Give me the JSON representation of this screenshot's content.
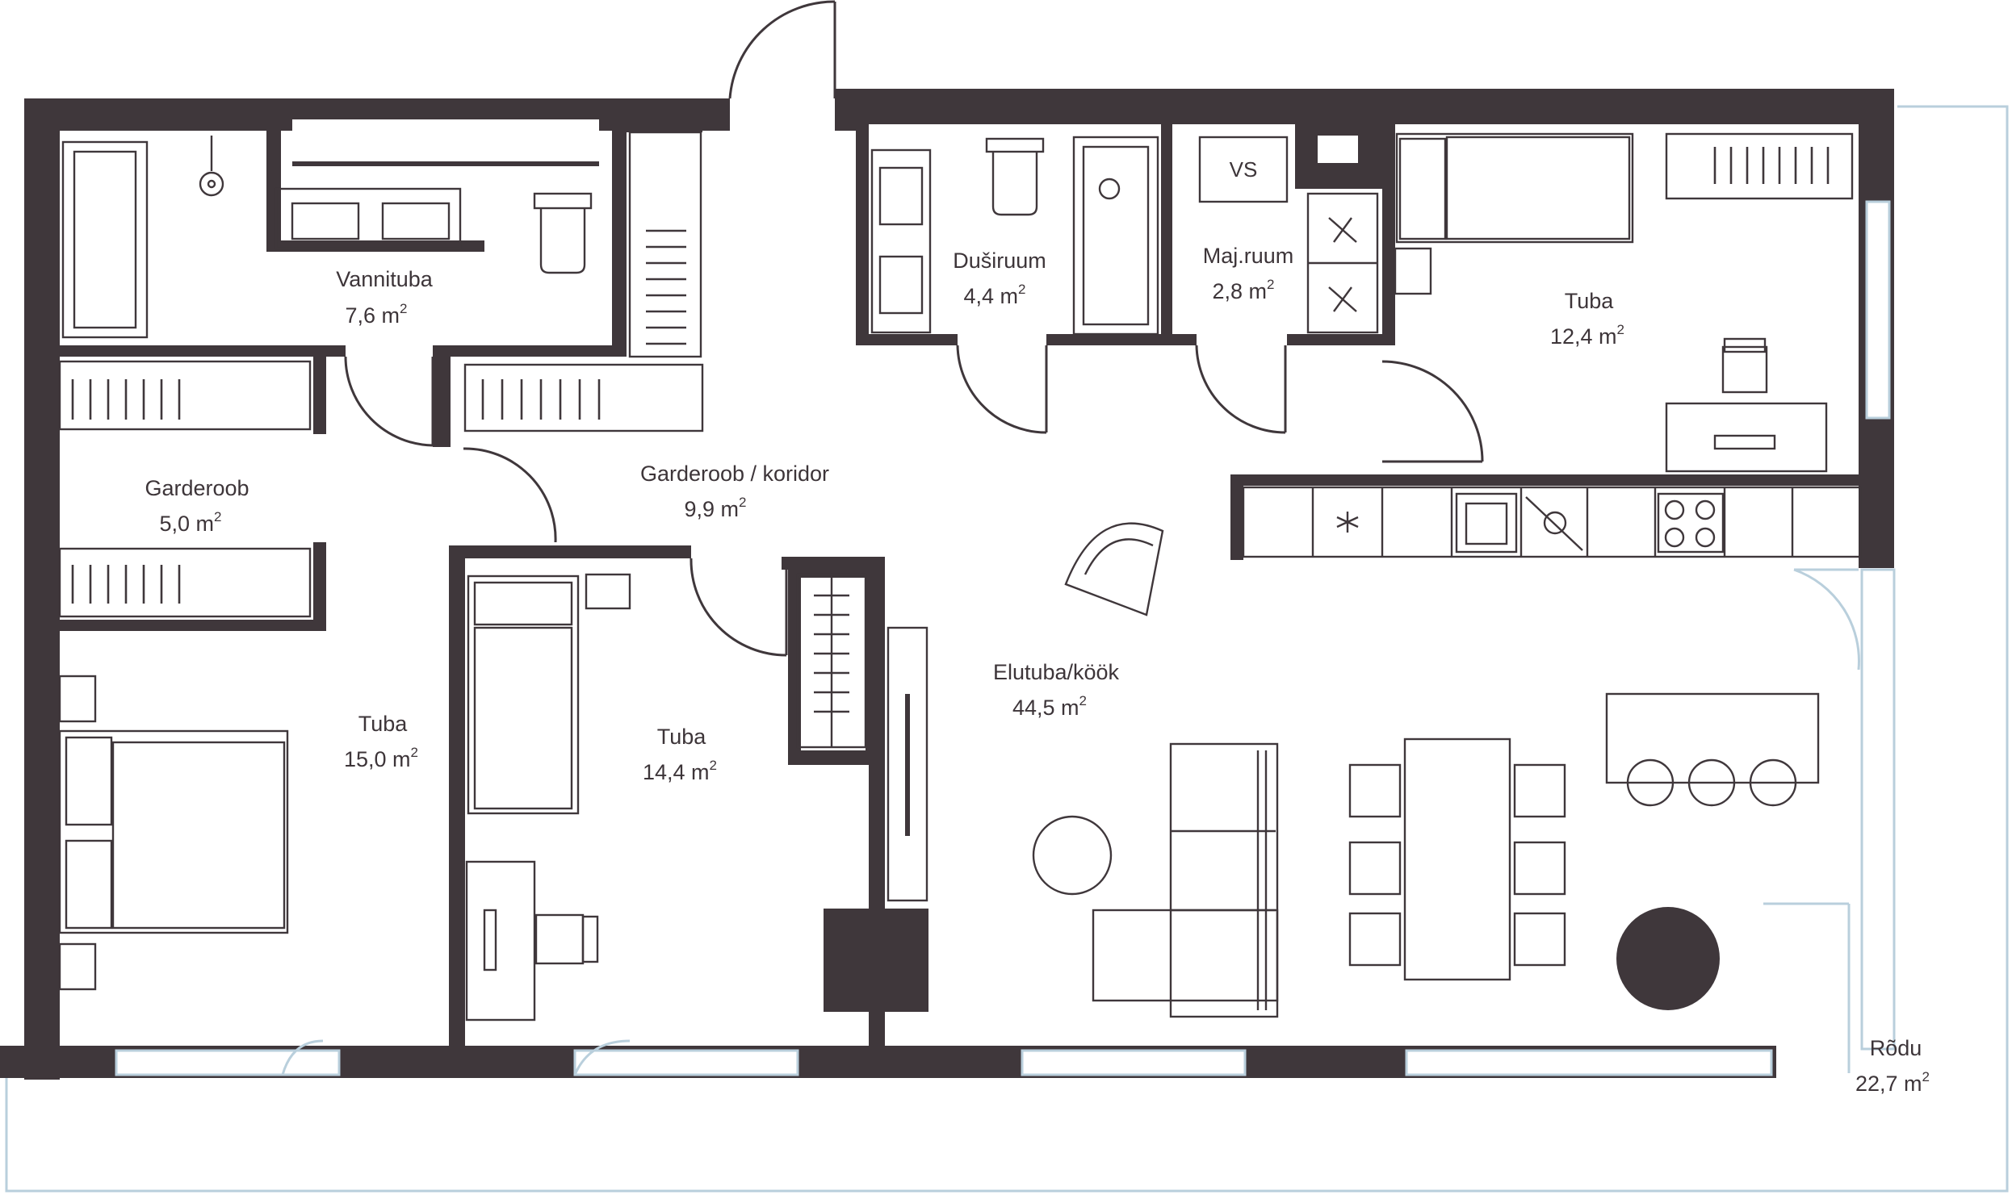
{
  "colors": {
    "wall": "#3f373b",
    "text": "#3d3539",
    "glass": "#b9cfdc",
    "background": "#ffffff"
  },
  "rooms": [
    {
      "id": "vannituba",
      "name": "Vannituba",
      "area": "7,6  m",
      "unit_sup": "2"
    },
    {
      "id": "garderoob",
      "name": "Garderoob",
      "area": "5,0  m",
      "unit_sup": "2"
    },
    {
      "id": "garderoob-koridor",
      "name": "Garderoob / koridor",
      "area": "9,9  m",
      "unit_sup": "2"
    },
    {
      "id": "dusiruum",
      "name": "Duširuum",
      "area": "4,4  m",
      "unit_sup": "2"
    },
    {
      "id": "majruum",
      "name": "Maj.ruum",
      "area": "2,8  m",
      "unit_sup": "2"
    },
    {
      "id": "tuba-ne",
      "name": "Tuba",
      "area": "12,4  m",
      "unit_sup": "2"
    },
    {
      "id": "tuba-sw",
      "name": "Tuba",
      "area": "15,0 m",
      "unit_sup": "2"
    },
    {
      "id": "tuba-mid",
      "name": "Tuba",
      "area": "14,4 m",
      "unit_sup": "2"
    },
    {
      "id": "elutuba",
      "name": "Elutuba/köök",
      "area": "44,5  m",
      "unit_sup": "2"
    },
    {
      "id": "rodu",
      "name": "Rõdu",
      "area": "22,7  m",
      "unit_sup": "2"
    }
  ],
  "fixtures": {
    "water_heater_label": "VS"
  }
}
